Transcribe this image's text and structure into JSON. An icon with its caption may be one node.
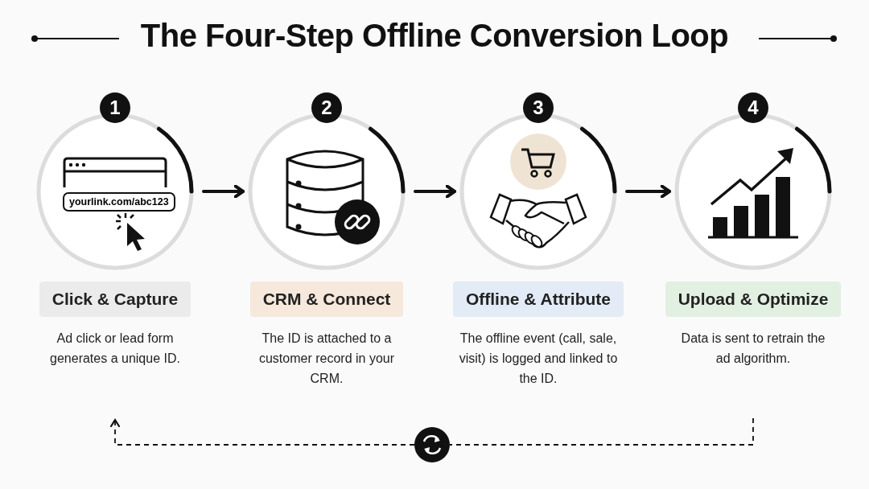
{
  "diagram": {
    "title": "The Four-Step Offline Conversion Loop",
    "nodes": [
      {
        "text": [
          "1",
          "yourlink.com/abc123"
        ]
      },
      {
        "text": [
          "2"
        ]
      },
      {
        "text": [
          "3"
        ]
      },
      {
        "text": [
          "4"
        ]
      },
      {
        "text": [
          "Click & Capture",
          "Ad click or lead form generates a unique ID."
        ]
      },
      {
        "text": [
          "CRM & Connect",
          "The ID is attached to a customer record in your CRM."
        ]
      },
      {
        "text": [
          "Offline & Attribute",
          "The offline event (call, sale, visit) is logged and linked to the ID."
        ]
      },
      {
        "text": [
          "Upload & Optimize",
          "Data is sent to retrain the ad algorithm."
        ]
      },
      {
        "text": [],
        "shape": "circle"
      }
    ],
    "edges": [
      {
        "from": 0,
        "to": 1,
        "arrow": "to"
      },
      {
        "from": 1,
        "to": 2,
        "arrow": "to"
      },
      {
        "from": 2,
        "to": 3,
        "arrow": "to"
      },
      {
        "from": 7,
        "to": 8,
        "arrow": "none",
        "style": "dashed"
      },
      {
        "from": 8,
        "to": 4,
        "arrow": "to",
        "style": "dashed"
      }
    ]
  }
}
